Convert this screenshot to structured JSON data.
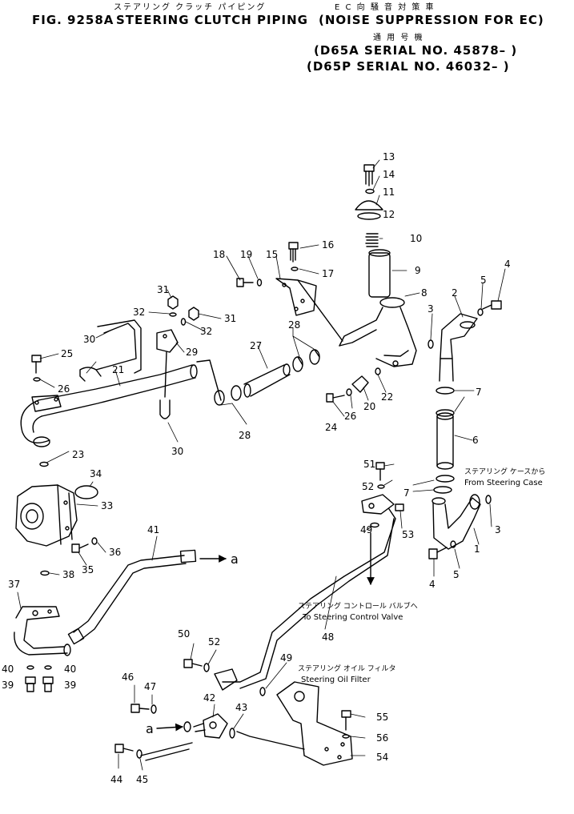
{
  "header": {
    "jp_left": "ステアリング クラッチ パイピング",
    "jp_right": "E C 向 騒 音 対 策 車",
    "fig_no": "FIG. 9258A",
    "title": "STEERING CLUTCH PIPING",
    "subtitle": "(NOISE SUPPRESSION FOR EC)",
    "jp_applicable": "通 用 号 機",
    "serial_1": "(D65A  SERIAL  NO. 45878– )",
    "serial_2": "(D65P  SERIAL  NO. 46032– )"
  },
  "annotations": {
    "from_case_jp": "ステアリング ケースから",
    "from_case_en": "From Steering Case",
    "to_valve_jp": "ステアリング コントロール バルブへ",
    "to_valve_en": "To Steering Control Valve",
    "oil_filter_jp": "ステアリング オイル フィルタ",
    "oil_filter_en": "Steering Oil Filter",
    "conn_a_out": "a",
    "conn_a_in": "a"
  },
  "part_labels": [
    {
      "id": "p13",
      "text": "13"
    },
    {
      "id": "p14",
      "text": "14"
    },
    {
      "id": "p11",
      "text": "11"
    },
    {
      "id": "p12",
      "text": "12"
    },
    {
      "id": "p10",
      "text": "10"
    },
    {
      "id": "p9",
      "text": "9"
    },
    {
      "id": "p8",
      "text": "8"
    },
    {
      "id": "p16",
      "text": "16"
    },
    {
      "id": "p17",
      "text": "17"
    },
    {
      "id": "p18",
      "text": "18"
    },
    {
      "id": "p19",
      "text": "19"
    },
    {
      "id": "p15",
      "text": "15"
    },
    {
      "id": "p4a",
      "text": "4"
    },
    {
      "id": "p5a",
      "text": "5"
    },
    {
      "id": "p2",
      "text": "2"
    },
    {
      "id": "p3a",
      "text": "3"
    },
    {
      "id": "p31a",
      "text": "31"
    },
    {
      "id": "p32a",
      "text": "32"
    },
    {
      "id": "p31b",
      "text": "31"
    },
    {
      "id": "p32b",
      "text": "32"
    },
    {
      "id": "p28a",
      "text": "28"
    },
    {
      "id": "p30a",
      "text": "30"
    },
    {
      "id": "p29",
      "text": "29"
    },
    {
      "id": "p27",
      "text": "27"
    },
    {
      "id": "p25",
      "text": "25"
    },
    {
      "id": "p21",
      "text": "21"
    },
    {
      "id": "p26a",
      "text": "26"
    },
    {
      "id": "p22",
      "text": "22"
    },
    {
      "id": "p20",
      "text": "20"
    },
    {
      "id": "p26b",
      "text": "26"
    },
    {
      "id": "p24",
      "text": "24"
    },
    {
      "id": "p7a",
      "text": "7"
    },
    {
      "id": "p28b",
      "text": "28"
    },
    {
      "id": "p30b",
      "text": "30"
    },
    {
      "id": "p6",
      "text": "6"
    },
    {
      "id": "p23",
      "text": "23"
    },
    {
      "id": "p34",
      "text": "34"
    },
    {
      "id": "p33",
      "text": "33"
    },
    {
      "id": "p51",
      "text": "51"
    },
    {
      "id": "p52a",
      "text": "52"
    },
    {
      "id": "p7b",
      "text": "7"
    },
    {
      "id": "p49a",
      "text": "49"
    },
    {
      "id": "p53",
      "text": "53"
    },
    {
      "id": "p3b",
      "text": "3"
    },
    {
      "id": "p41",
      "text": "41"
    },
    {
      "id": "p36",
      "text": "36"
    },
    {
      "id": "p1",
      "text": "1"
    },
    {
      "id": "p35",
      "text": "35"
    },
    {
      "id": "p38",
      "text": "38"
    },
    {
      "id": "p4b",
      "text": "4"
    },
    {
      "id": "p5b",
      "text": "5"
    },
    {
      "id": "p37",
      "text": "37"
    },
    {
      "id": "p48",
      "text": "48"
    },
    {
      "id": "p50",
      "text": "50"
    },
    {
      "id": "p52b",
      "text": "52"
    },
    {
      "id": "p40a",
      "text": "40"
    },
    {
      "id": "p40b",
      "text": "40"
    },
    {
      "id": "p39a",
      "text": "39"
    },
    {
      "id": "p39b",
      "text": "39"
    },
    {
      "id": "p49b",
      "text": "49"
    },
    {
      "id": "p46",
      "text": "46"
    },
    {
      "id": "p47",
      "text": "47"
    },
    {
      "id": "p42",
      "text": "42"
    },
    {
      "id": "p43",
      "text": "43"
    },
    {
      "id": "p55",
      "text": "55"
    },
    {
      "id": "p56",
      "text": "56"
    },
    {
      "id": "p54",
      "text": "54"
    },
    {
      "id": "p44",
      "text": "44"
    },
    {
      "id": "p45",
      "text": "45"
    }
  ]
}
